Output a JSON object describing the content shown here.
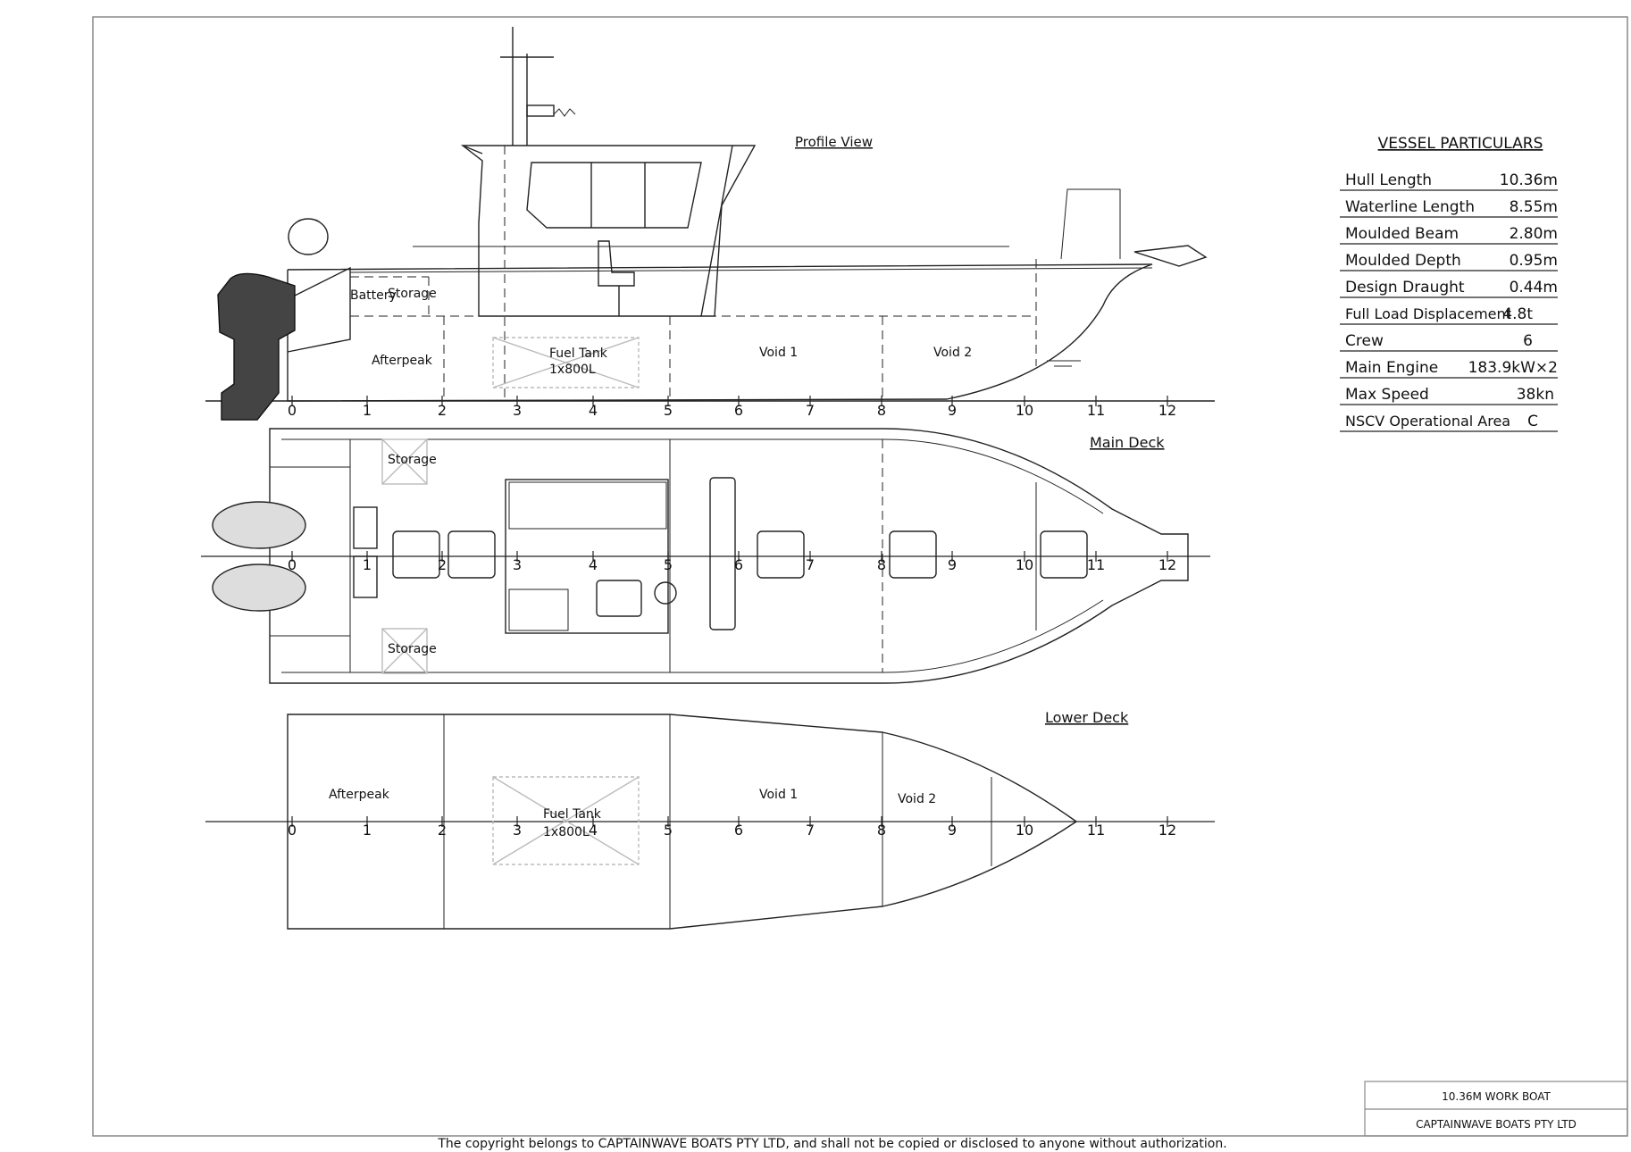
{
  "views": {
    "profile_title": "Profile View",
    "main_deck_title": "Main Deck",
    "lower_deck_title": "Lower Deck"
  },
  "station_labels": [
    "0",
    "1",
    "2",
    "3",
    "4",
    "5",
    "6",
    "7",
    "8",
    "9",
    "10",
    "11",
    "12"
  ],
  "compartments": {
    "battery": "Battery",
    "storage": "Storage",
    "afterpeak": "Afterpeak",
    "fuel_tank": "Fuel Tank",
    "fuel_tank_capacity": "1x800L",
    "void1": "Void 1",
    "void2": "Void 2"
  },
  "particulars": {
    "heading": "VESSEL PARTICULARS",
    "rows": [
      {
        "label": "Hull Length",
        "value": "10.36m"
      },
      {
        "label": "Waterline Length",
        "value": "8.55m"
      },
      {
        "label": "Moulded Beam",
        "value": "2.80m"
      },
      {
        "label": "Moulded Depth",
        "value": "0.95m"
      },
      {
        "label": "Design Draught",
        "value": "0.44m"
      },
      {
        "label": "Full Load Displacement",
        "value": "4.8t"
      },
      {
        "label": "Crew",
        "value": "6"
      },
      {
        "label": "Main Engine",
        "value": "183.9kW×2"
      },
      {
        "label": "Max Speed",
        "value": "38kn"
      },
      {
        "label": "NSCV Operational Area",
        "value": "C"
      }
    ]
  },
  "title_block": {
    "project": "10.36M WORK BOAT",
    "company": "CAPTAINWAVE BOATS PTY LTD"
  },
  "copyright": "The copyright belongs to CAPTAINWAVE BOATS PTY LTD, and shall not be copied or disclosed to anyone without authorization."
}
